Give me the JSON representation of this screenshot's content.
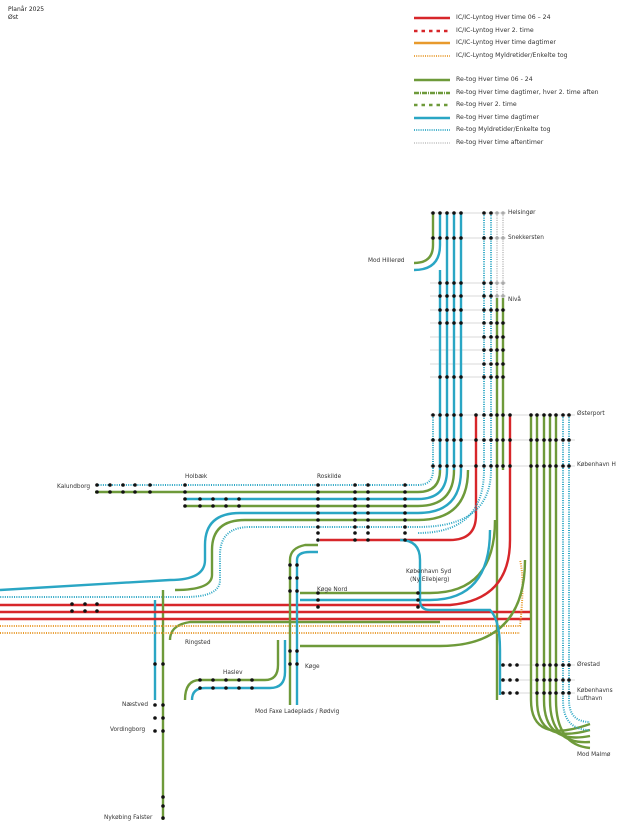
{
  "header": {
    "title": "Planår 2025",
    "subtitle": "Øst"
  },
  "colors": {
    "ic_red": "#d7262a",
    "ic_orange": "#e89a2c",
    "re_green": "#6e9a3a",
    "re_blue": "#2aa6c4",
    "evening_grey": "#c8c8c8",
    "station_dot": "#111111",
    "station_line": "#d9d9d9"
  },
  "legend": [
    {
      "label": "IC/IC-Lyntog Hver time 06 – 24",
      "color": "#d7262a",
      "style": "solid"
    },
    {
      "label": "IC/IC-Lyntog Hver 2. time",
      "color": "#d7262a",
      "style": "dashed"
    },
    {
      "label": "IC/IC-Lyntog Hver time dagtimer",
      "color": "#e89a2c",
      "style": "solid"
    },
    {
      "label": "IC/IC-Lyntog Myldretider/Enkelte tog",
      "color": "#e89a2c",
      "style": "dotted"
    },
    {
      "label": "Re-tog Hver time 06 - 24",
      "color": "#6e9a3a",
      "style": "solid"
    },
    {
      "label": "Re-tog Hver time dagtimer, hver 2. time aften",
      "color": "#6e9a3a",
      "style": "dashdot"
    },
    {
      "label": "Re-tog Hver 2. time",
      "color": "#6e9a3a",
      "style": "dashed"
    },
    {
      "label": "Re-tog Hver time dagtimer",
      "color": "#2aa6c4",
      "style": "solid"
    },
    {
      "label": "Re-tog  Myldretider/Enkelte tog",
      "color": "#2aa6c4",
      "style": "dotted"
    },
    {
      "label": "Re-tog Hver time aftentimer",
      "color": "#c8c8c8",
      "style": "dotted"
    }
  ],
  "stations": {
    "helsingor": "Helsingør",
    "snekkersten": "Snekkersten",
    "mod_hillerod": "Mod Hillerød",
    "niva": "Nivå",
    "osterport": "Østerport",
    "kobenhavn_h": "København H",
    "kalundborg": "Kalundborg",
    "holbaek": "Holbæk",
    "roskilde": "Roskilde",
    "kobenhavn_syd_1": "København Syd",
    "kobenhavn_syd_2": "(Ny Ellebjerg)",
    "koge_nord": "Køge Nord",
    "ringsted": "Ringsted",
    "koge": "Køge",
    "haslev": "Haslev",
    "mod_faxe": "Mod Faxe Ladeplads / Rødvig",
    "naestved": "Næstved",
    "vordingborg": "Vordingborg",
    "nykobing_falster": "Nykøbing Falster",
    "orestad": "Ørestad",
    "kobenhavns_lufthavn_1": "Københavns",
    "kobenhavns_lufthavn_2": "Lufthavn",
    "mod_malmo": "Mod Malmø"
  }
}
